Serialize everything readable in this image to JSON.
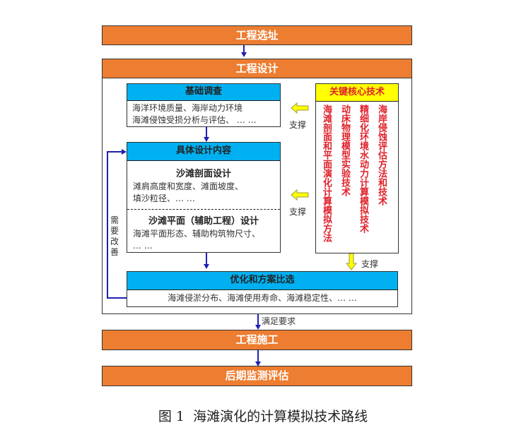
{
  "steps": {
    "site_selection": "工程选址",
    "design": "工程设计",
    "construction": "工程施工",
    "monitoring": "后期监测评估"
  },
  "basic_survey": {
    "title": "基础调查",
    "line1": "海洋环境质量、海岸动力环境",
    "line2": "海滩侵蚀受损分析与评估、  … …"
  },
  "design_content": {
    "title": "具体设计内容",
    "profile_title": "沙滩剖面设计",
    "profile_line1": "滩肩高度和宽度、滩面坡度、",
    "profile_line2": "填沙粒径、… …",
    "plan_title": "沙滩平面（辅助工程）设计",
    "plan_line1": "海滩平面形态、辅助构筑物尺寸、",
    "plan_line2": "… …"
  },
  "optimization": {
    "title": "优化和方案比选",
    "line1": "海滩侵淤分布、海滩使用寿命、海滩稳定性、… …"
  },
  "core_tech": {
    "title": "关键核心技术",
    "columns": [
      "海岸侵蚀评估方法和技术",
      "精细化环境水动力计算模拟技术",
      "动床物理模型实验技术",
      "海滩剖面和平面演化计算模拟方法"
    ]
  },
  "labels": {
    "support": "支撑",
    "needs_improvement": "需要改善",
    "meets_requirement": "满足要求"
  },
  "caption": "图 1  海滩演化的计算模拟技术路线",
  "colors": {
    "orange": "#ED7D31",
    "blue": "#00B0F0",
    "yellow": "#FFFF00",
    "red_text": "#E0202A",
    "arrow_blue": "#1F1FB4"
  }
}
